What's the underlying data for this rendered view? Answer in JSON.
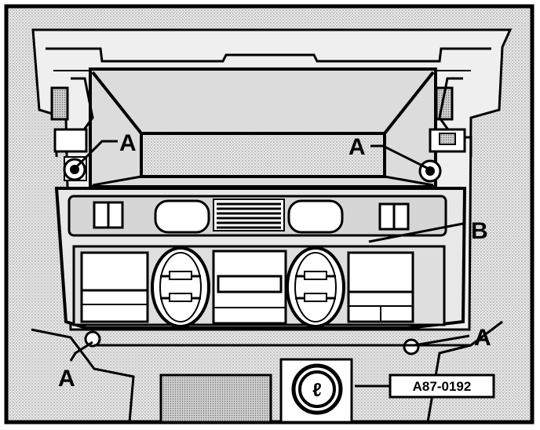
{
  "diagram": {
    "callouts": {
      "a_top_left": "A",
      "a_top_right": "A",
      "a_bottom_left": "A",
      "a_bottom_right": "A",
      "b_panel": "B"
    },
    "reference_code": "A87-0192",
    "knob_symbol": "ℓ"
  },
  "colors": {
    "ink": "#000000",
    "background": "#ffffff",
    "panel_shade": "#d9d9d9",
    "bezel_shade": "#bdbdbd"
  }
}
